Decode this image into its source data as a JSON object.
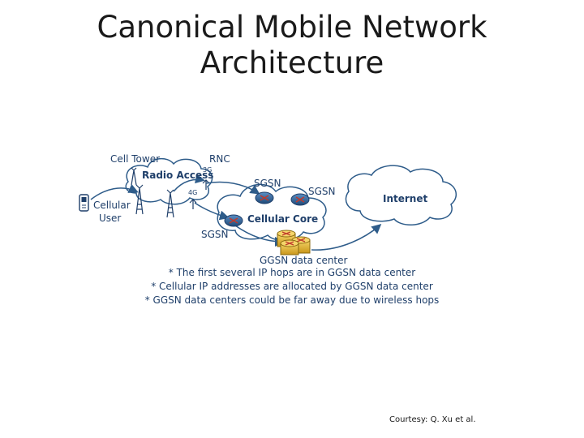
{
  "slide": {
    "title_line1": "Canonical Mobile Network",
    "title_line2": "Architecture",
    "credit": "Courtesy: Q. Xu et al."
  },
  "diagram": {
    "labels": {
      "cell_tower": "Cell Tower",
      "rnc": "RNC",
      "radio_access": "Radio Access",
      "sgsn_top": "SGSN",
      "sgsn_right": "SGSN",
      "sgsn_bottom": "SGSN",
      "internet": "Internet",
      "cellular_user_line1": "Cellular",
      "cellular_user_line2": "User",
      "cellular_core": "Cellular Core",
      "ggsn_data_center": "GGSN data center",
      "gen_marker_3g": "3G",
      "gen_marker_4g": "4G"
    },
    "notes": [
      "* The first several IP hops are in GGSN data center",
      "* Cellular IP addresses are allocated by GGSN data center",
      "* GGSN data centers could be far away due to wireless hops"
    ]
  },
  "colors": {
    "text_blue": "#1f3f6a",
    "arrow_blue": "#2e5c8a",
    "router_blue": "#2b5a8c",
    "ggsn_gold": "#e0b62a",
    "router_cross": "#c0392b"
  }
}
